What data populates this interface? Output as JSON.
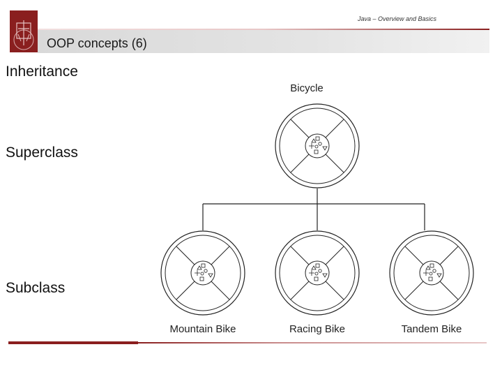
{
  "header": {
    "subtitle": "Java – Overview and Basics",
    "title": "OOP concepts (6)"
  },
  "terms": [
    "Inheritance",
    "Superclass",
    "Subclass"
  ],
  "diagram": {
    "superclass_label": "Bicycle",
    "subclass_labels": [
      "Mountain Bike",
      "Racing Bike",
      "Tandem Bike"
    ]
  },
  "colors": {
    "accent": "#8a1f1f",
    "header_bg": "#d9d9d9"
  },
  "icons": {
    "logo": "university-crest-icon",
    "object": "object-circle-icon"
  }
}
